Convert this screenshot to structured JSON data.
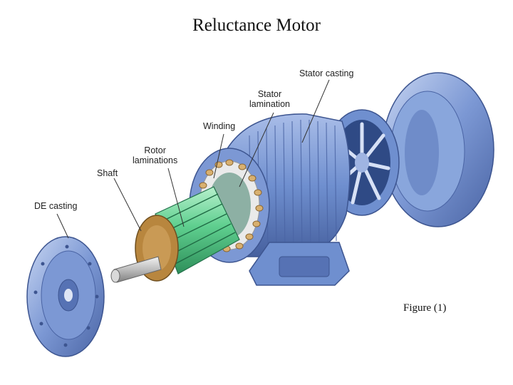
{
  "title": "Reluctance Motor",
  "caption": "Figure (1)",
  "labels": {
    "stator_casting": "Stator casting",
    "stator_lamination": [
      "Stator",
      "lamination"
    ],
    "winding": "Winding",
    "rotor_laminations": [
      "Rotor",
      "laminations"
    ],
    "shaft": "Shaft",
    "de_casting": "DE casting"
  },
  "colors": {
    "casting_blue": "#6f8fcf",
    "rotor_green": "#5fcf8f",
    "winding_copper": "#d8b070"
  }
}
